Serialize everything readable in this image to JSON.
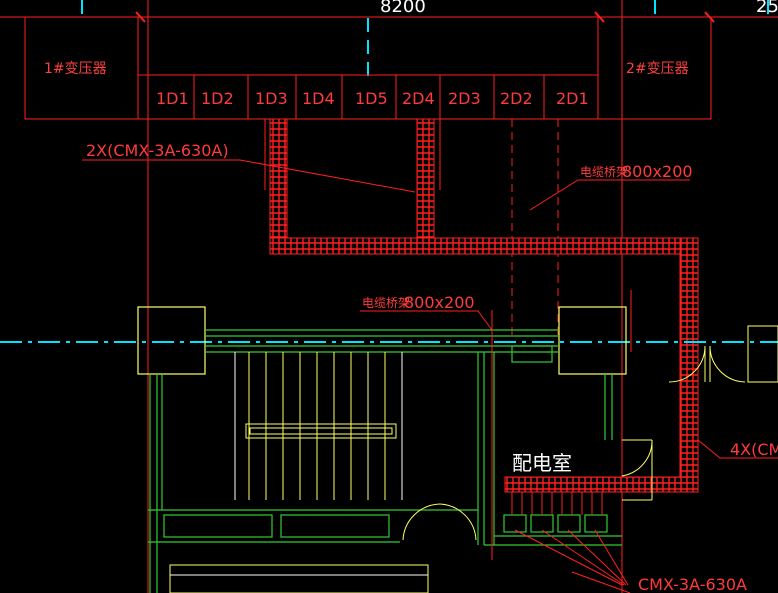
{
  "drawing": {
    "dimension_top": "8200",
    "dimension_right": "25",
    "transformer_left": "1#变压器",
    "transformer_right": "2#变压器",
    "panels": [
      "1D1",
      "1D2",
      "1D3",
      "1D4",
      "1D5",
      "2D4",
      "2D3",
      "2D2",
      "2D1"
    ],
    "cable_label_upper": "2X(CMX-3A-630A)",
    "cable_tray_upper": {
      "prefix": "电缆桥架",
      "size": "800x200"
    },
    "cable_tray_middle": {
      "prefix": "电缆桥架",
      "size": "800x200"
    },
    "cable_label_right": "4X(CM",
    "cable_label_bottom": "CMX-3A-630A",
    "room_label": "配电室"
  },
  "colors": {
    "background": "#000000",
    "red": "#ff2020",
    "green": "#33cc33",
    "yellow": "#ffff66",
    "cyan": "#00e5ff",
    "white": "#ffffff"
  }
}
